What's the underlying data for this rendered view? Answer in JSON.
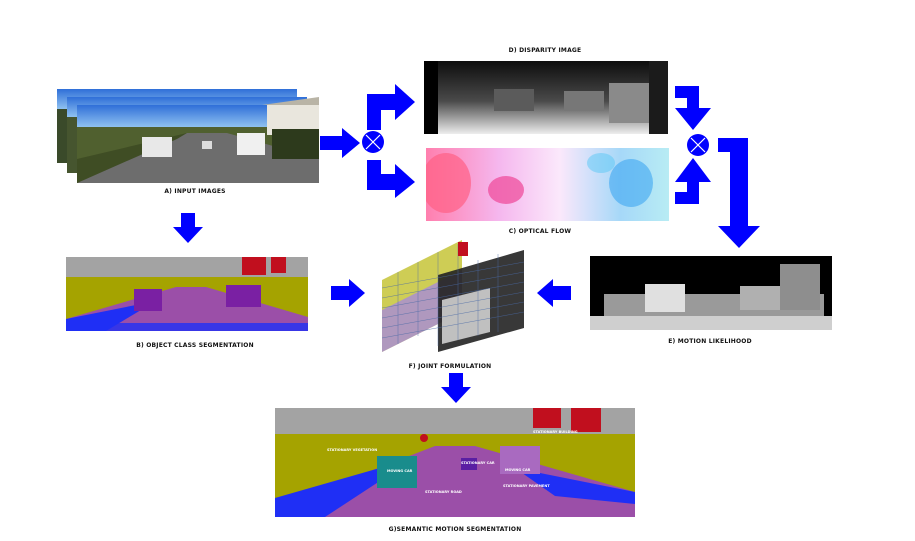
{
  "captions": {
    "input": "A) INPUT IMAGES",
    "object_class": "B) OBJECT CLASS SEGMENTATION",
    "optical_flow": "C) OPTICAL FLOW",
    "disparity": "D) DISPARITY IMAGE",
    "motion": "E) MOTION LIKELIHOOD",
    "joint": "F) JOINT FORMULATION",
    "semantic": "G)SEMANTIC MOTION SEGMENTATION"
  },
  "segmentation_labels": {
    "stationary_vegetation": "STATIONARY VEGETATION",
    "moving_car": "MOVING CAR",
    "stationary_car": "STATIONARY CAR",
    "stationary_road": "STATIONARY ROAD",
    "stationary_building": "STATIONARY BUILDING",
    "stationary_pavement": "STATIONARY PAVEMENT",
    "moving_car_2": "MOVING CAR"
  },
  "colors": {
    "arrow": "#0000ff",
    "vegetation": "#a5a300",
    "road": "#9b4fa8",
    "sky": "#a3a3a3",
    "building": "#c10f1e",
    "pavement": "#1f2ff5",
    "car_moving": "#198c8c"
  }
}
